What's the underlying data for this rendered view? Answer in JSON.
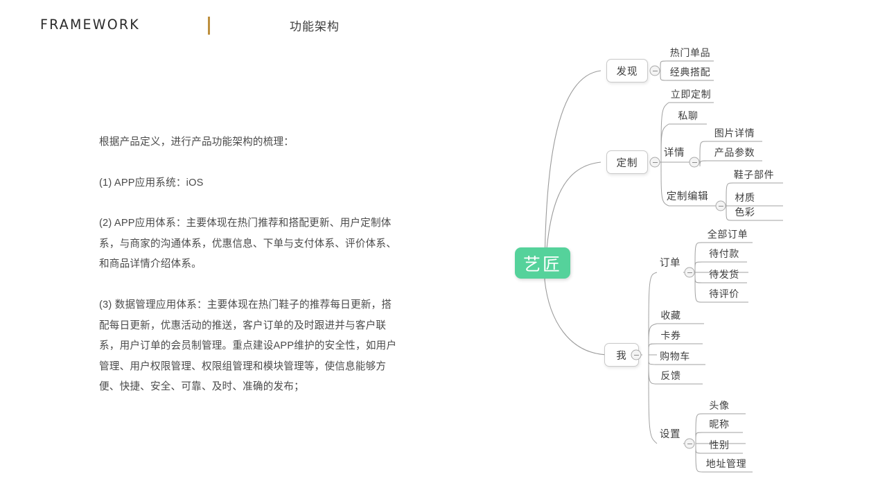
{
  "header": {
    "brand": "FRAMEWORK",
    "divider_color": "#bd8f3e",
    "subtitle": "功能架构"
  },
  "body_copy": {
    "paragraphs": [
      "根据产品定义，进行产品功能架构的梳理：",
      "(1) APP应用系统：iOS",
      "(2) APP应用体系：主要体现在热门推荐和搭配更新、用户定制体系，与商家的沟通体系，优惠信息、下单与支付体系、评价体系、和商品详情介绍体系。",
      "(3) 数据管理应用体系：主要体现在热门鞋子的推荐每日更新，搭配每日更新，优惠活动的推送，客户订单的及时跟进并与客户联系，用户订单的会员制管理。重点建设APP维护的安全性，如用户管理、用户权限管理、权限组管理和模块管理等，使信息能够方便、快捷、安全、可靠、及时、准确的发布；"
    ]
  },
  "mindmap": {
    "root_color": "#55d29b",
    "root": "艺匠",
    "branches": [
      {
        "label": "发现",
        "children": [
          {
            "label": "热门单品"
          },
          {
            "label": "经典搭配"
          }
        ]
      },
      {
        "label": "定制",
        "children": [
          {
            "label": "立即定制"
          },
          {
            "label": "私聊"
          },
          {
            "label": "详情",
            "children": [
              {
                "label": "图片详情"
              },
              {
                "label": "产品参数"
              }
            ]
          },
          {
            "label": "定制编辑",
            "children": [
              {
                "label": "鞋子部件"
              },
              {
                "label": "材质"
              },
              {
                "label": "色彩"
              }
            ]
          }
        ]
      },
      {
        "label": "我",
        "children": [
          {
            "label": "订单",
            "children": [
              {
                "label": "全部订单"
              },
              {
                "label": "待付款"
              },
              {
                "label": "待发货"
              },
              {
                "label": "待评价"
              }
            ]
          },
          {
            "label": "收藏"
          },
          {
            "label": "卡券"
          },
          {
            "label": "购物车"
          },
          {
            "label": "反馈"
          },
          {
            "label": "设置",
            "children": [
              {
                "label": "头像"
              },
              {
                "label": "昵称"
              },
              {
                "label": "性别"
              },
              {
                "label": "地址管理"
              }
            ]
          }
        ]
      }
    ]
  }
}
